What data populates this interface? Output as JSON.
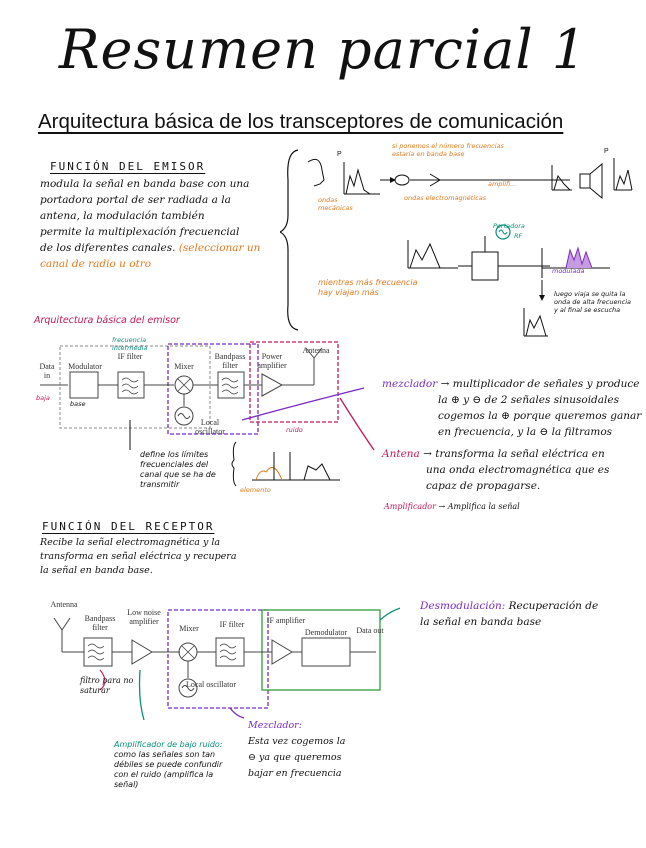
{
  "page": {
    "title": "Resumen parcial 1",
    "subtitle": "Arquitectura básica de los transceptores de comunicación"
  },
  "emisor": {
    "heading": "FUNCIÓN DEL EMISOR",
    "text_lines": [
      "modula la señal en banda base con una",
      "portadora portal de ser radiada a la",
      "antena, la modulación también",
      "permite la multiplexación frecuencial",
      "de los diferentes canales."
    ],
    "text_orange": "(seleccionar un canal de radio u otro"
  },
  "sketch_top": {
    "label_p_person": "P",
    "note_orange": "si ponemos el número frecuencias estaría en banda base",
    "label_ondas_mecanicas": "ondas mecánicas",
    "label_ondas_electromagneticas": "ondas electromagnéticas",
    "label_amplifi": "amplifi...",
    "label_p_speaker": "P",
    "label_portadora": "Portadora",
    "label_rf": "RF",
    "label_modulada": "modulada",
    "note_mientras": "mientras más frecuencia hay viajan más",
    "note_luego": "luego viaja se quita la onda de alta frecuencia y al final se escucha"
  },
  "arq_emisor": {
    "heading": "Arquitectura básica del emisor",
    "data_in": "Data in",
    "modulator": "Modulator",
    "if_filter": "IF filter",
    "mixer": "Mixer",
    "local_oscillator": "Local oscillator",
    "bandpass_filter": "Bandpass filter",
    "power_amplifier": "Power amplifier",
    "antenna": "Antenna",
    "note_baja": "baja",
    "note_base": "base",
    "note_frecuencia_intermedia": "frecuencia intermedia",
    "note_ruido": "ruido",
    "note_define": "define los límites frecuenciales del canal que se ha de transmitir",
    "note_elemento": "elemento"
  },
  "notes_emisor": {
    "mezclador_label": "mezclador",
    "mezclador_lines": [
      "→ multiplicador de señales y produce",
      "la ⊕ y ⊖ de 2 señales sinusoidales",
      "cogemos la ⊕ porque queremos ganar",
      "en frecuencia, y la ⊖ la filtramos"
    ],
    "antena_label": "Antena",
    "antena_lines": [
      "→ transforma la señal eléctrica en",
      "una onda electromagnética que es",
      "capaz de propagarse."
    ],
    "amplificador_label": "Amplificador",
    "amplificador_text": "→ Amplifica la señal"
  },
  "receptor": {
    "heading": "FUNCIÓN DEL RECEPTOR",
    "text_lines": [
      "Recibe la señal electromagnética y la",
      "transforma en señal eléctrica y recupera",
      "la señal en banda base."
    ]
  },
  "arq_receptor": {
    "antenna": "Antenna",
    "bandpass_filter": "Bandpass filter",
    "lna": "Low noise amplifier",
    "mixer": "Mixer",
    "if_filter": "IF filter",
    "local_oscillator": "Local oscillator",
    "if_amplifier": "IF amplifier",
    "demodulator": "Demodulator",
    "data_out": "Data out",
    "note_filtro": "filtro para no saturar",
    "demod_label": "Desmodulación:",
    "demod_text_1": "Recuperación de",
    "demod_text_2": "la señal en banda base",
    "lna_note_label": "Amplificador de bajo ruido:",
    "lna_note_text": "como las señales son tan débiles se puede confundir con el ruido (amplifica la señal)",
    "mezclador_label": "Mezclador:",
    "mezclador_lines": [
      "Esta vez cogemos la",
      "⊖ ya que queremos",
      "bajar en frecuencia"
    ]
  },
  "colors": {
    "orange": "#e07a1f",
    "purple": "#7a2bc2",
    "magenta": "#c2185b",
    "teal": "#0b8f7a",
    "blue": "#1d4fd6",
    "green_box": "#2e9e3a"
  }
}
